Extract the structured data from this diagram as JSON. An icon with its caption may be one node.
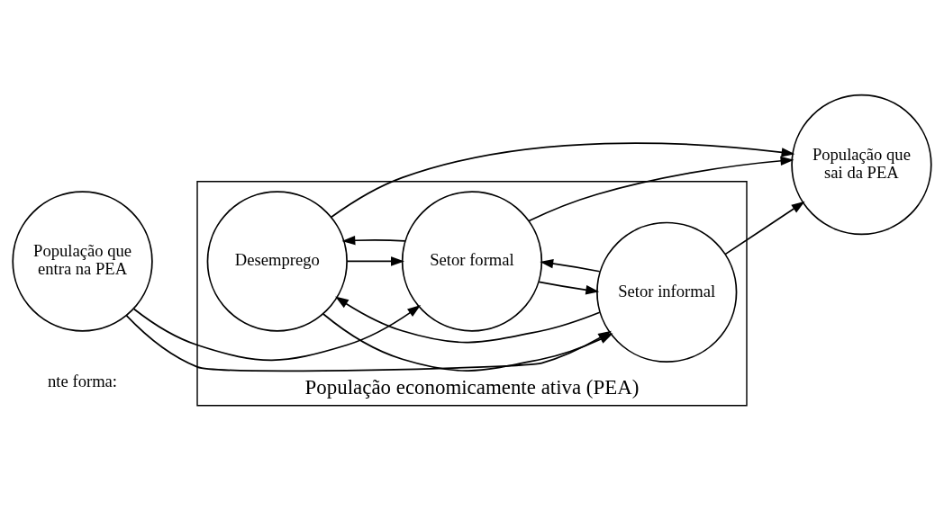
{
  "diagram": {
    "nodes": [
      {
        "text": [
          "População economicamente ativa (PEA)"
        ]
      },
      {
        "text": [
          "População que entra na PEA"
        ]
      },
      {
        "text": [
          "Desemprego"
        ],
        "in": 0
      },
      {
        "text": [
          "Setor formal"
        ],
        "in": 0
      },
      {
        "text": [
          "Setor informal"
        ],
        "in": 0
      },
      {
        "text": [
          "População que sai da PEA"
        ]
      }
    ],
    "edges": [
      {
        "from": 1,
        "to": 3,
        "arrow": "to"
      },
      {
        "from": 1,
        "to": 4,
        "arrow": "to"
      },
      {
        "from": 2,
        "to": 3,
        "arrow": "to"
      },
      {
        "from": 3,
        "to": 2,
        "arrow": "to"
      },
      {
        "from": 2,
        "to": 4,
        "arrow": "to"
      },
      {
        "from": 4,
        "to": 2,
        "arrow": "to"
      },
      {
        "from": 3,
        "to": 4,
        "arrow": "to"
      },
      {
        "from": 4,
        "to": 3,
        "arrow": "to"
      },
      {
        "from": 3,
        "to": 5,
        "arrow": "to"
      },
      {
        "from": 4,
        "to": 5,
        "arrow": "to"
      },
      {
        "from": 2,
        "to": 5,
        "arrow": "to"
      }
    ],
    "labels": [
      "nte forma:"
    ]
  }
}
